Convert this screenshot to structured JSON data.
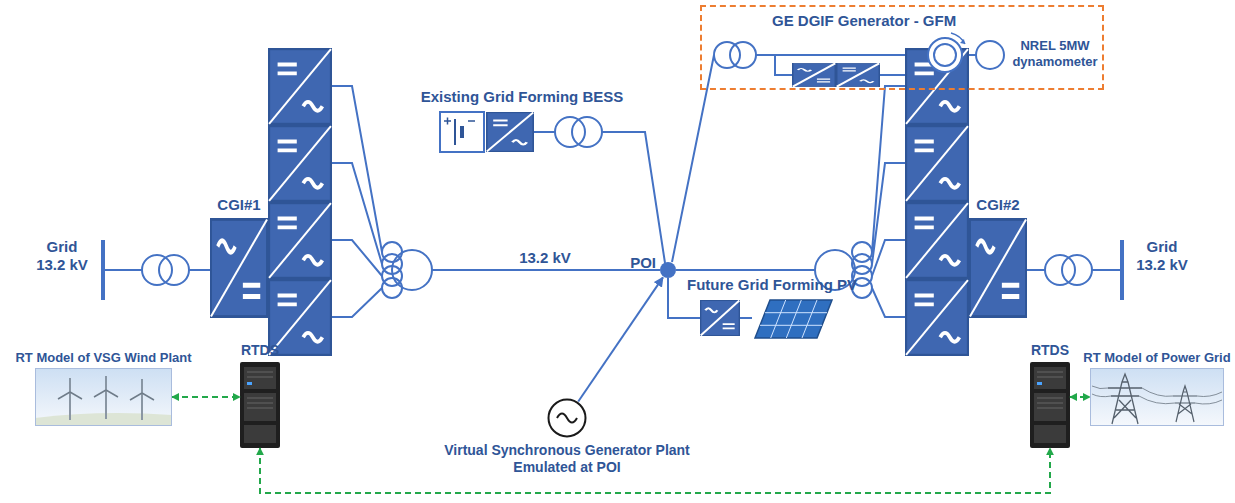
{
  "diagram": {
    "nodes": [
      {
        "text": [
          "RT Model of VSG Wind Plant"
        ]
      },
      {
        "text": [
          "RTDS"
        ]
      },
      {
        "text": [
          "Virtual Synchronous Generator Plant Emulated at POI"
        ]
      },
      {
        "text": [
          "POI"
        ]
      },
      {
        "text": [
          "GE DGIF Generator - GFM"
        ]
      },
      {
        "text": [
          "RTDS"
        ]
      },
      {
        "text": [
          "RT Model of Power Grid"
        ]
      }
    ],
    "edges": [
      {
        "from": 0,
        "to": 1,
        "arrow": "both"
      },
      {
        "from": 1,
        "to": 5,
        "arrow": "both"
      },
      {
        "from": 5,
        "to": 6,
        "arrow": "both"
      },
      {
        "from": 2,
        "to": 3,
        "arrow": "to"
      }
    ],
    "labels": [
      "Grid 13.2 kV",
      "CGI#1",
      "Existing Grid Forming BESS",
      "13.2 kV",
      "Future Grid Forming PV",
      "NREL 5MW dynamometer",
      "CGI#2",
      "Grid 13.2 kV"
    ]
  }
}
